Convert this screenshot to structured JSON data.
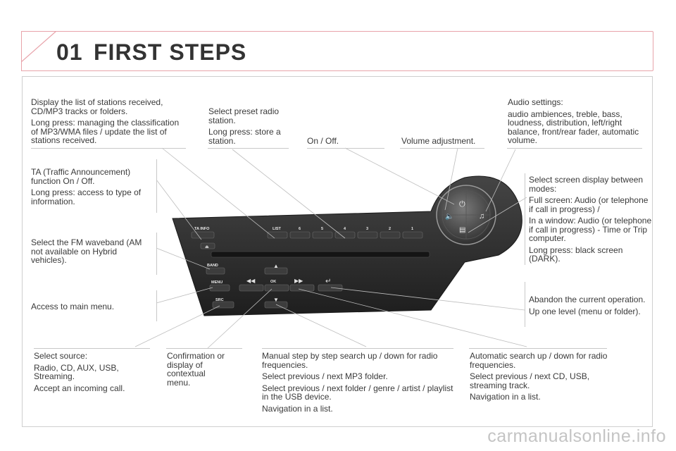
{
  "header": {
    "chapter_number": "01",
    "chapter_title": "FIRST STEPS"
  },
  "callouts": {
    "list": {
      "lines": [
        "Display the list of stations received, CD/MP3 tracks or folders.",
        "Long press: managing the classification of MP3/WMA files / update the list of stations received."
      ]
    },
    "preset": {
      "lines": [
        "Select preset radio station.",
        "Long press: store a station."
      ]
    },
    "onoff": {
      "lines": [
        "On / Off."
      ]
    },
    "volume": {
      "lines": [
        "Volume adjustment."
      ]
    },
    "audio": {
      "lines": [
        "Audio settings:",
        "audio ambiences, treble, bass, loudness, distribution, left/right balance, front/rear fader, automatic volume."
      ]
    },
    "ta": {
      "lines": [
        "TA (Traffic Announcement) function On / Off.",
        "Long press: access to type of information."
      ]
    },
    "screen": {
      "lines": [
        "Select screen display between modes:",
        "Full screen: Audio (or telephone if call in progress) /",
        "In a window: Audio (or telephone if call in progress) - Time or Trip computer.",
        "Long press: black screen (DARK)."
      ]
    },
    "band": {
      "lines": [
        "Select the FM waveband (AM not available on Hybrid vehicles)."
      ]
    },
    "menu": {
      "lines": [
        "Access to main menu."
      ]
    },
    "abandon": {
      "lines": [
        "Abandon the current operation.",
        "Up one level (menu or folder)."
      ]
    },
    "src": {
      "lines": [
        "Select source:",
        "Radio, CD, AUX, USB, Streaming.",
        "Accept an incoming call."
      ]
    },
    "ok": {
      "lines": [
        "Confirmation or display of contextual menu."
      ]
    },
    "manual": {
      "lines": [
        "Manual step by step search up / down for radio frequencies.",
        "Select previous / next MP3 folder.",
        "Select previous / next folder / genre / artist / playlist in the USB device.",
        "Navigation in a list."
      ]
    },
    "auto": {
      "lines": [
        "Automatic search up / down for radio frequencies.",
        "Select previous / next CD, USB, streaming track.",
        "Navigation in a list."
      ]
    }
  },
  "device": {
    "buttons": {
      "ta_info": "TA INFO",
      "list": "LIST",
      "p6": "6",
      "p5": "5",
      "p4": "4",
      "p3": "3",
      "p2": "2",
      "p1": "1",
      "band": "BAND",
      "menu": "MENU",
      "ok": "OK",
      "src": "SRC"
    }
  },
  "watermark": "carmanualsonline.info",
  "colors": {
    "accent": "#e8a3aa",
    "device_body": "#2f2f2f",
    "text": "#3a3a3a"
  }
}
